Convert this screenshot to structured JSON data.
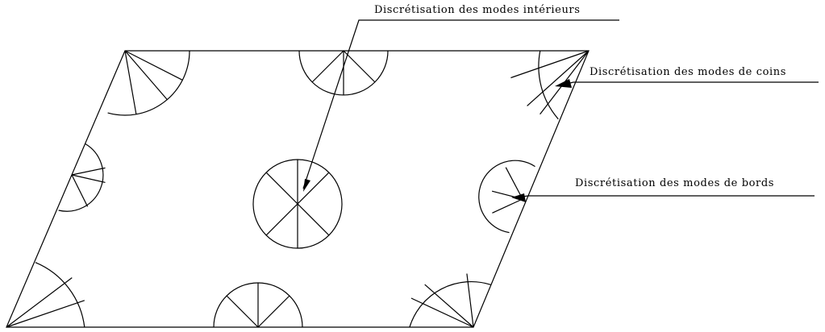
{
  "labels": {
    "interior": "Discrétisation des modes intérieurs",
    "corner": "Discrétisation des modes de coins",
    "edge": "Discrétisation des modes de bords"
  },
  "colors": {
    "stroke": "#000000",
    "background": "#ffffff"
  }
}
